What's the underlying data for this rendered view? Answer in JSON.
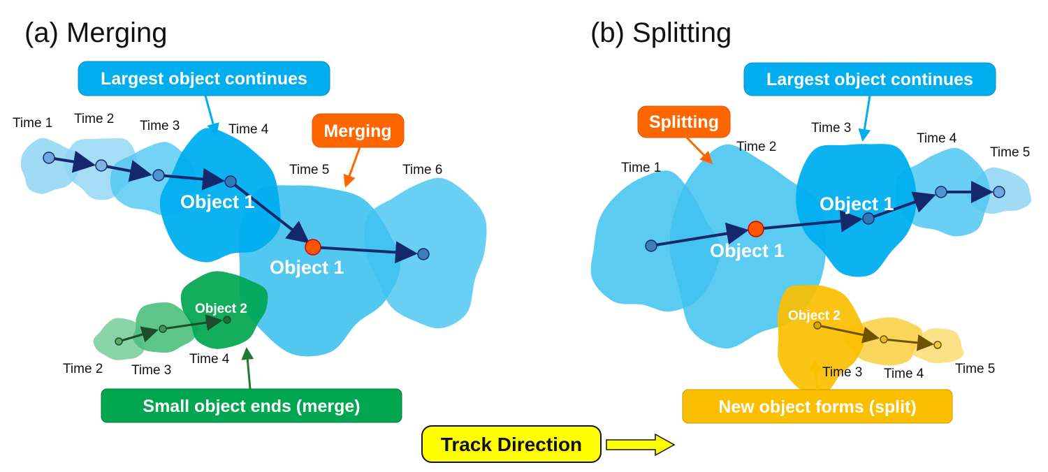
{
  "colors": {
    "blue_dark": "#00aeef",
    "blue_mid": "#4fc8f2",
    "blue_light": "#8fd5f5",
    "green_dark": "#00a650",
    "green_mid": "#4cbf7c",
    "green_light": "#7ccf9e",
    "yellow_dark": "#fbbf00",
    "yellow_mid": "#fbd24a",
    "yellow_light": "#fbdf7a",
    "orange": "#ff6600",
    "track_navy": "#14286b",
    "track_yellow_box": "#ffff00"
  },
  "merging": {
    "title": "(a) Merging",
    "callout_largest": "Largest object continues",
    "callout_event": "Merging",
    "callout_small": "Small object ends (merge)",
    "object1_labels": [
      "Object 1",
      "Object 1"
    ],
    "object2_label": "Object 2",
    "times_main": [
      "Time 1",
      "Time 2",
      "Time 3",
      "Time 4",
      "Time 5",
      "Time 6"
    ],
    "times_small": [
      "Time 2",
      "Time 3",
      "Time 4"
    ]
  },
  "splitting": {
    "title": "(b) Splitting",
    "callout_largest": "Largest object continues",
    "callout_event": "Splitting",
    "callout_new": "New object forms (split)",
    "object1_labels": [
      "Object 1",
      "Object 1"
    ],
    "object2_label": "Object 2",
    "times_main": [
      "Time 1",
      "Time 2",
      "Time 3",
      "Time 4",
      "Time 5"
    ],
    "times_new": [
      "Time 3",
      "Time 4",
      "Time 5"
    ]
  },
  "legend": {
    "track_direction": "Track Direction",
    "arrow_icon": "right-arrow-outline"
  }
}
